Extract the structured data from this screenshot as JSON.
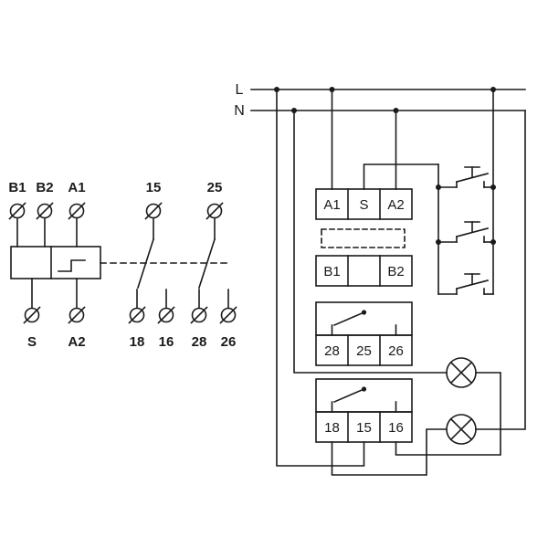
{
  "power": {
    "l": "L",
    "n": "N"
  },
  "left_unit": {
    "top_labels": [
      "B1",
      "B2",
      "A1"
    ],
    "bottom_labels": [
      "S",
      "A2"
    ],
    "contacts": [
      {
        "common": "15",
        "out_left": "18",
        "out_right": "16"
      },
      {
        "common": "25",
        "out_left": "28",
        "out_right": "26"
      }
    ]
  },
  "device": {
    "row_top": [
      "A1",
      "S",
      "A2"
    ],
    "row_b": [
      "B1",
      "B2"
    ],
    "row_contact1": [
      "28",
      "25",
      "26"
    ],
    "row_contact2": [
      "18",
      "15",
      "16"
    ]
  },
  "colors": {
    "line": "#1a1a1a",
    "background": "#ffffff"
  }
}
